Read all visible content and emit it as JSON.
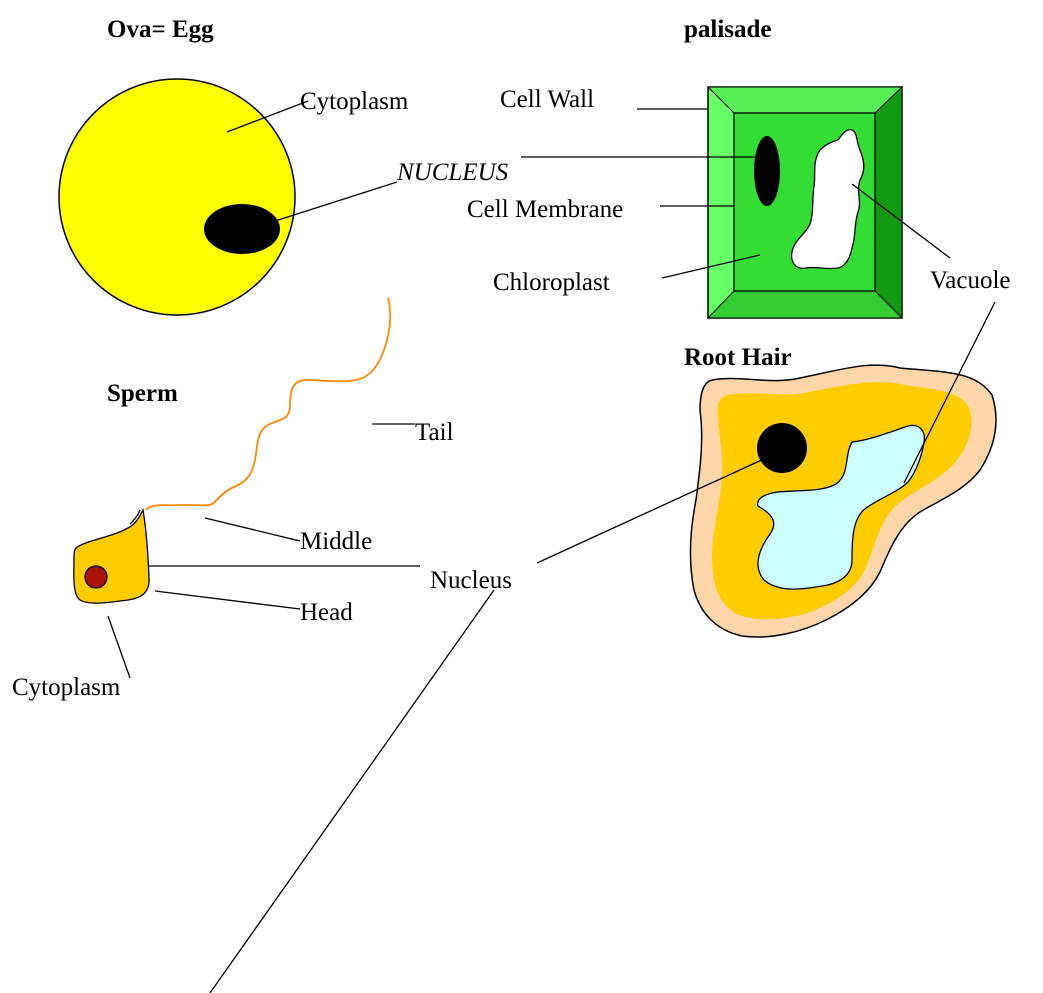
{
  "titles": {
    "egg": "Ova= Egg",
    "palisade": "palisade",
    "sperm": "Sperm",
    "root_hair": "Root Hair"
  },
  "labels": {
    "egg_cytoplasm": "Cytoplasm",
    "nucleus_italic": "NUCLEUS",
    "cell_wall": "Cell Wall",
    "cell_membrane": "Cell Membrane",
    "chloroplast": "Chloroplast",
    "vacuole": "Vacuole",
    "tail": "Tail",
    "middle": "Middle",
    "nucleus": "Nucleus",
    "head": "Head",
    "sperm_cytoplasm": "Cytoplasm"
  },
  "colors": {
    "egg_fill": "#ffff00",
    "nucleus_fill": "#000000",
    "palisade_outer": "#66ff66",
    "palisade_inner": "#33dd33",
    "palisade_dark": "#119911",
    "vacuole_fill": "#ffffff",
    "root_outer": "#fcd5a8",
    "root_cytoplasm": "#ffcc00",
    "root_vacuole": "#ccffff",
    "sperm_head": "#ffcc00",
    "sperm_nucleus": "#aa1100",
    "sperm_tail": "#ff8800"
  }
}
